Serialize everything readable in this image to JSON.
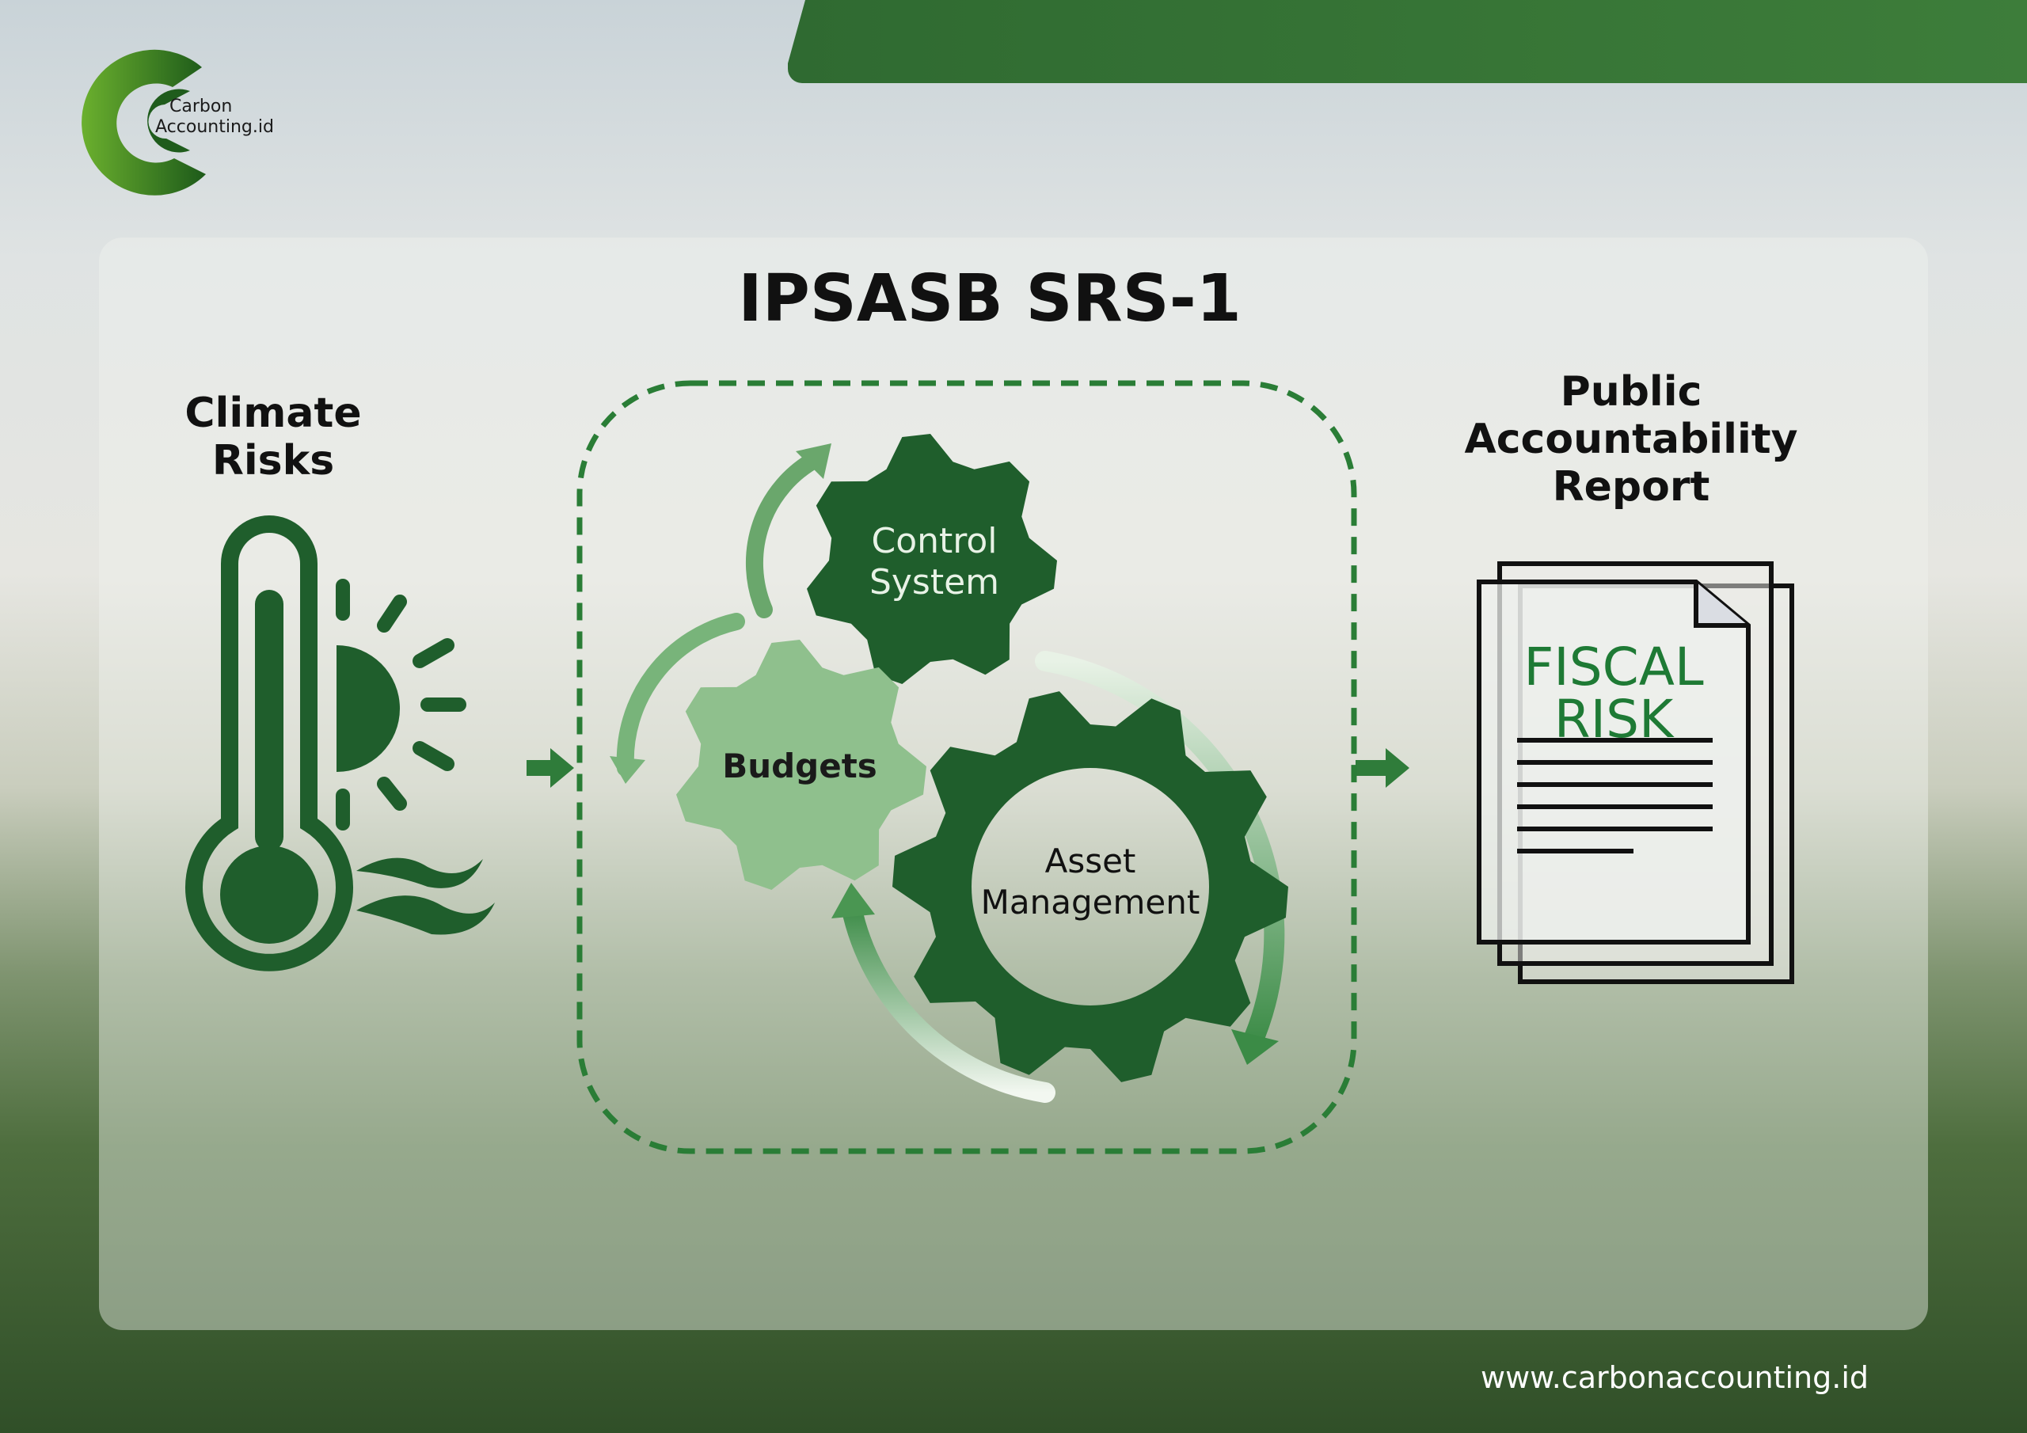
{
  "brand": {
    "logo_line1": "Carbon",
    "logo_line2": "Accounting.id",
    "url": "www.carbonaccounting.id"
  },
  "title": "IPSASB SRS-1",
  "input": {
    "line1": "Climate",
    "line2": "Risks",
    "icon": "thermometer-sun-icon"
  },
  "process": {
    "gears": [
      {
        "line1": "Control",
        "line2": "System"
      },
      {
        "line1": "Budgets",
        "line2": ""
      },
      {
        "line1": "Asset",
        "line2": "Management"
      }
    ]
  },
  "output": {
    "line1": "Public",
    "line2": "Accountability",
    "line3": "Report",
    "doc_line1": "FISCAL",
    "doc_line2": "RISK",
    "icon": "document-stack-icon"
  },
  "colors": {
    "dark_green": "#1f5e2c",
    "mid_green": "#3a8a45",
    "light_green": "#8fc08d",
    "bar": "#35733a"
  }
}
